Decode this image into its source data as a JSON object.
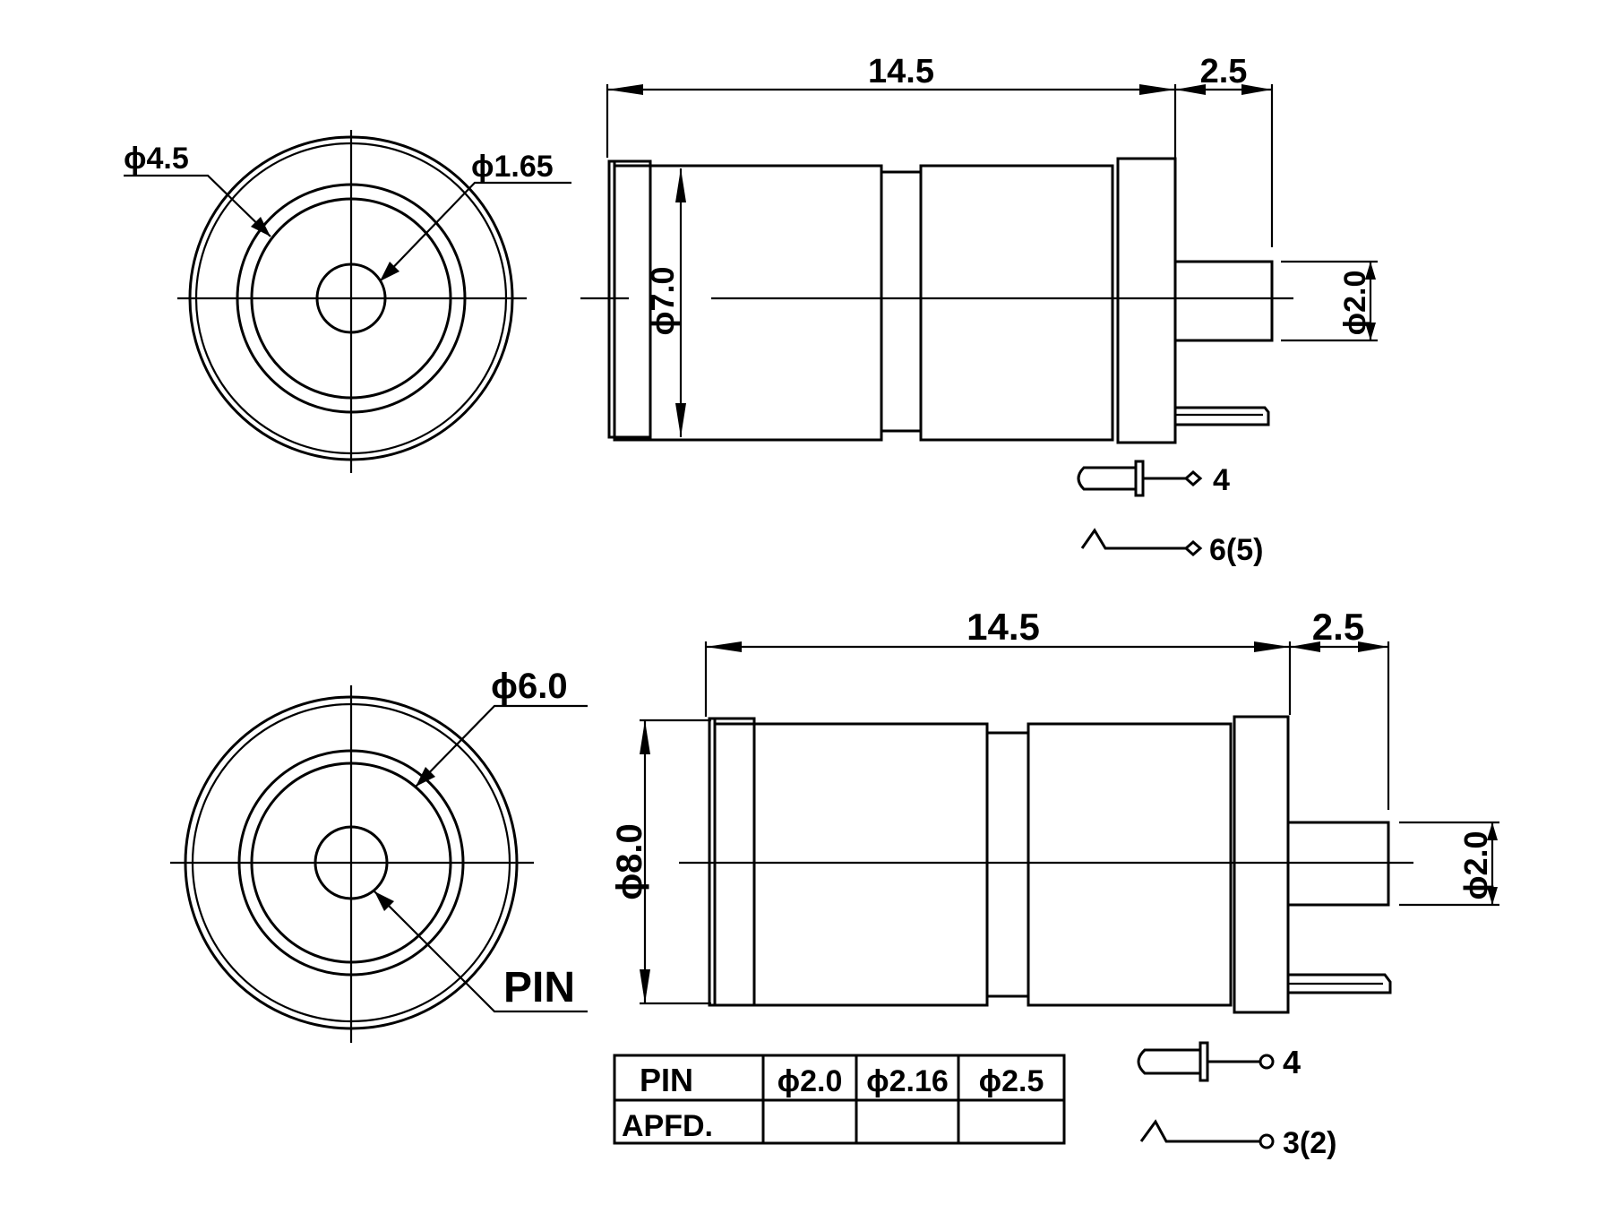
{
  "top": {
    "front": {
      "outer_dia": "ϕ4.5",
      "inner_dia": "ϕ1.65"
    },
    "side": {
      "length": "14.5",
      "pin_length": "2.5",
      "body_dia": "ϕ7.0",
      "pin_dia": "ϕ2.0"
    },
    "legend": [
      {
        "symbol": "pin-terminal-icon",
        "label": "4"
      },
      {
        "symbol": "spring-contact-icon",
        "label": "6(5)"
      }
    ]
  },
  "bottom": {
    "front": {
      "outer_dia": "ϕ6.0",
      "pin_label": "PIN"
    },
    "side": {
      "length": "14.5",
      "pin_length": "2.5",
      "body_dia": "ϕ8.0",
      "pin_dia": "ϕ2.0"
    },
    "legend": [
      {
        "symbol": "pin-terminal-icon",
        "label": "4"
      },
      {
        "symbol": "spring-contact-icon",
        "label": "3(2)"
      }
    ],
    "table": {
      "row1_header": "PIN",
      "columns": [
        "ϕ2.0",
        "ϕ2.16",
        "ϕ2.5"
      ],
      "row2_header": "APFD.",
      "row2_values": [
        "",
        "",
        ""
      ]
    }
  }
}
